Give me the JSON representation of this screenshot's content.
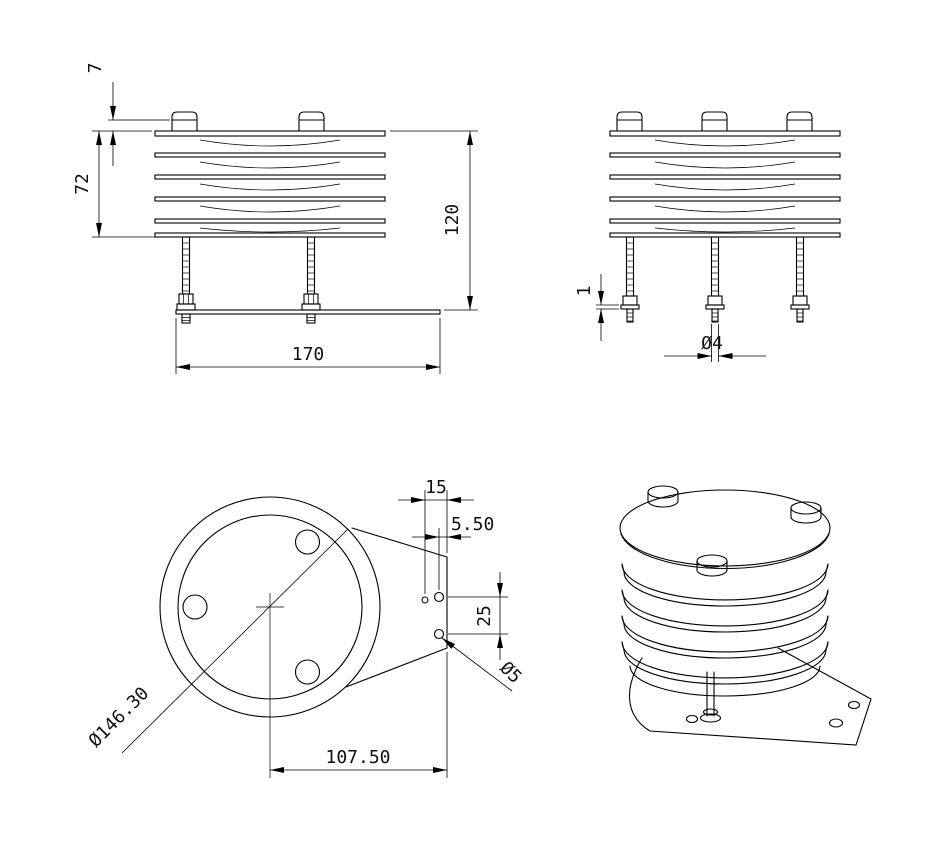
{
  "page": {
    "background": "#ffffff",
    "line_color": "#000000"
  },
  "drawing": {
    "views": {
      "front": {
        "dims": {
          "cap_offset": "7",
          "louver_height": "72",
          "total_height": "120",
          "base_width": "170"
        }
      },
      "side": {
        "dims": {
          "plate_thickness": "1",
          "rod_diameter": "Ø4"
        }
      },
      "plan": {
        "dims": {
          "edge_offset": "15",
          "hole_edge_offset": "5.50",
          "hole_spacing": "25",
          "hole_diameter": "Ø5",
          "shield_diameter": "Ø146.30",
          "bracket_length": "107.50"
        }
      }
    }
  }
}
